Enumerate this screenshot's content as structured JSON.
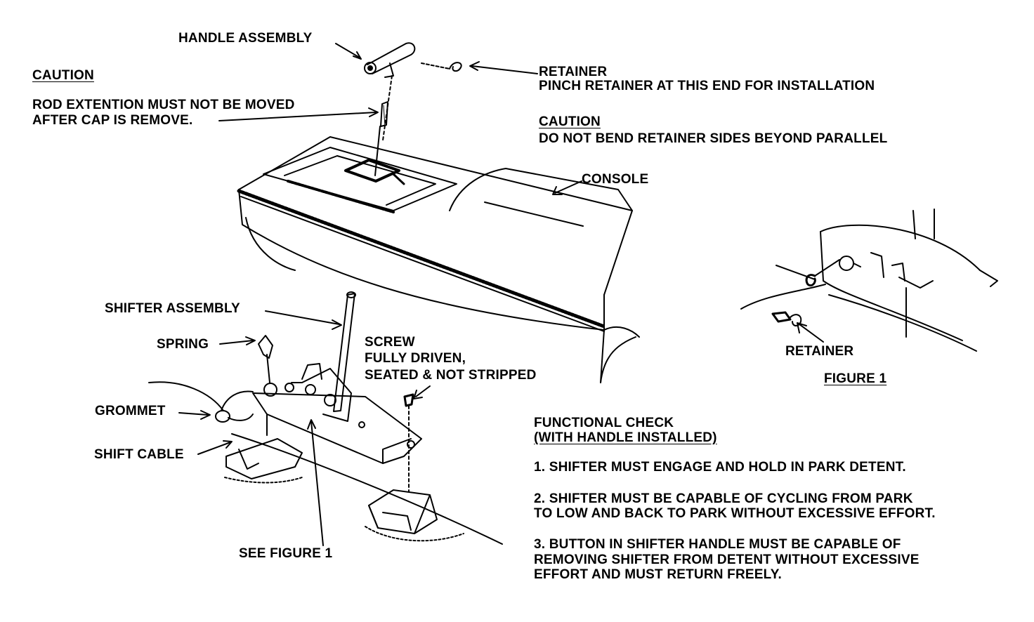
{
  "callouts": {
    "handle_assembly": "HANDLE ASSEMBLY",
    "caution_heading": "CAUTION",
    "rod_caution_line1": "ROD EXTENTION MUST NOT BE MOVED",
    "rod_caution_line2": "AFTER CAP IS REMOVE.",
    "retainer": "RETAINER",
    "retainer_pinch": "PINCH RETAINER AT THIS END FOR INSTALLATION",
    "retainer_caution_heading": "CAUTION",
    "retainer_caution_text": "DO NOT BEND RETAINER SIDES BEYOND PARALLEL",
    "console": "CONSOLE",
    "shifter_assembly": "SHIFTER ASSEMBLY",
    "spring": "SPRING",
    "screw_line1": "SCREW",
    "screw_line2": "FULLY DRIVEN,",
    "screw_line3": "SEATED & NOT STRIPPED",
    "grommet": "GROMMET",
    "shift_cable": "SHIFT CABLE",
    "see_figure": "SEE FIGURE 1"
  },
  "figure1": {
    "retainer_label": "RETAINER",
    "caption": "FIGURE 1"
  },
  "functional_check": {
    "heading_line1": "FUNCTIONAL CHECK",
    "heading_line2": "(WITH HANDLE INSTALLED)",
    "step1": "1. SHIFTER MUST ENGAGE AND HOLD IN PARK DETENT.",
    "step2_line1": "2. SHIFTER MUST BE CAPABLE OF CYCLING FROM PARK",
    "step2_line2": "TO LOW AND BACK TO PARK WITHOUT EXCESSIVE EFFORT.",
    "step3_line1": "3. BUTTON IN SHIFTER HANDLE MUST BE CAPABLE OF",
    "step3_line2": "REMOVING SHIFTER FROM DETENT WITHOUT EXCESSIVE",
    "step3_line3": "EFFORT AND MUST RETURN FREELY."
  }
}
